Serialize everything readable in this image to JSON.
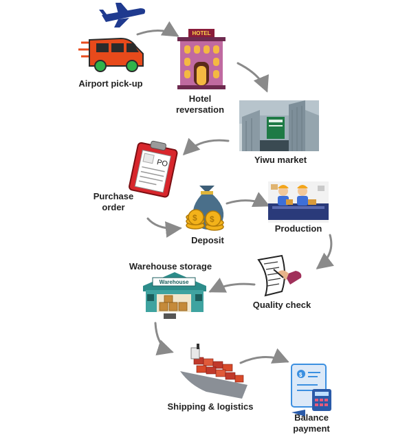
{
  "steps": [
    {
      "id": "airport",
      "label": "Airport pick-up",
      "icon": "airport-van-icon"
    },
    {
      "id": "hotel",
      "label": "Hotel\nreversation",
      "icon": "hotel-icon",
      "sign": "HOTEL"
    },
    {
      "id": "market",
      "label": "Yiwu market",
      "icon": "yiwu-market-photo"
    },
    {
      "id": "po",
      "label": "Purchase\norder",
      "icon": "purchase-order-clipboard-icon",
      "clip_text": "PO"
    },
    {
      "id": "deposit",
      "label": "Deposit",
      "icon": "money-bag-icon"
    },
    {
      "id": "production",
      "label": "Production",
      "icon": "factory-workers-icon"
    },
    {
      "id": "qc",
      "label": "Quality check",
      "icon": "checklist-hand-icon"
    },
    {
      "id": "warehouse",
      "label": "Warehouse storage",
      "icon": "warehouse-icon",
      "sign": "Warehouse"
    },
    {
      "id": "shipping",
      "label": "Shipping & logistics",
      "icon": "cargo-ship-icon"
    },
    {
      "id": "balance",
      "label": "Balance\npayment",
      "icon": "invoice-calculator-icon"
    }
  ],
  "colors": {
    "arrow": "#8a8a8a",
    "van": "#e84a1b",
    "plane": "#1f3a8f",
    "hotel": "#c06aa0",
    "clipboard": "#d8262c",
    "money": "#f3b21a",
    "bag": "#4a6f8a",
    "warehouse": "#2c8c8a",
    "ship": "#c0392b",
    "invoice": "#3b8fe0"
  }
}
